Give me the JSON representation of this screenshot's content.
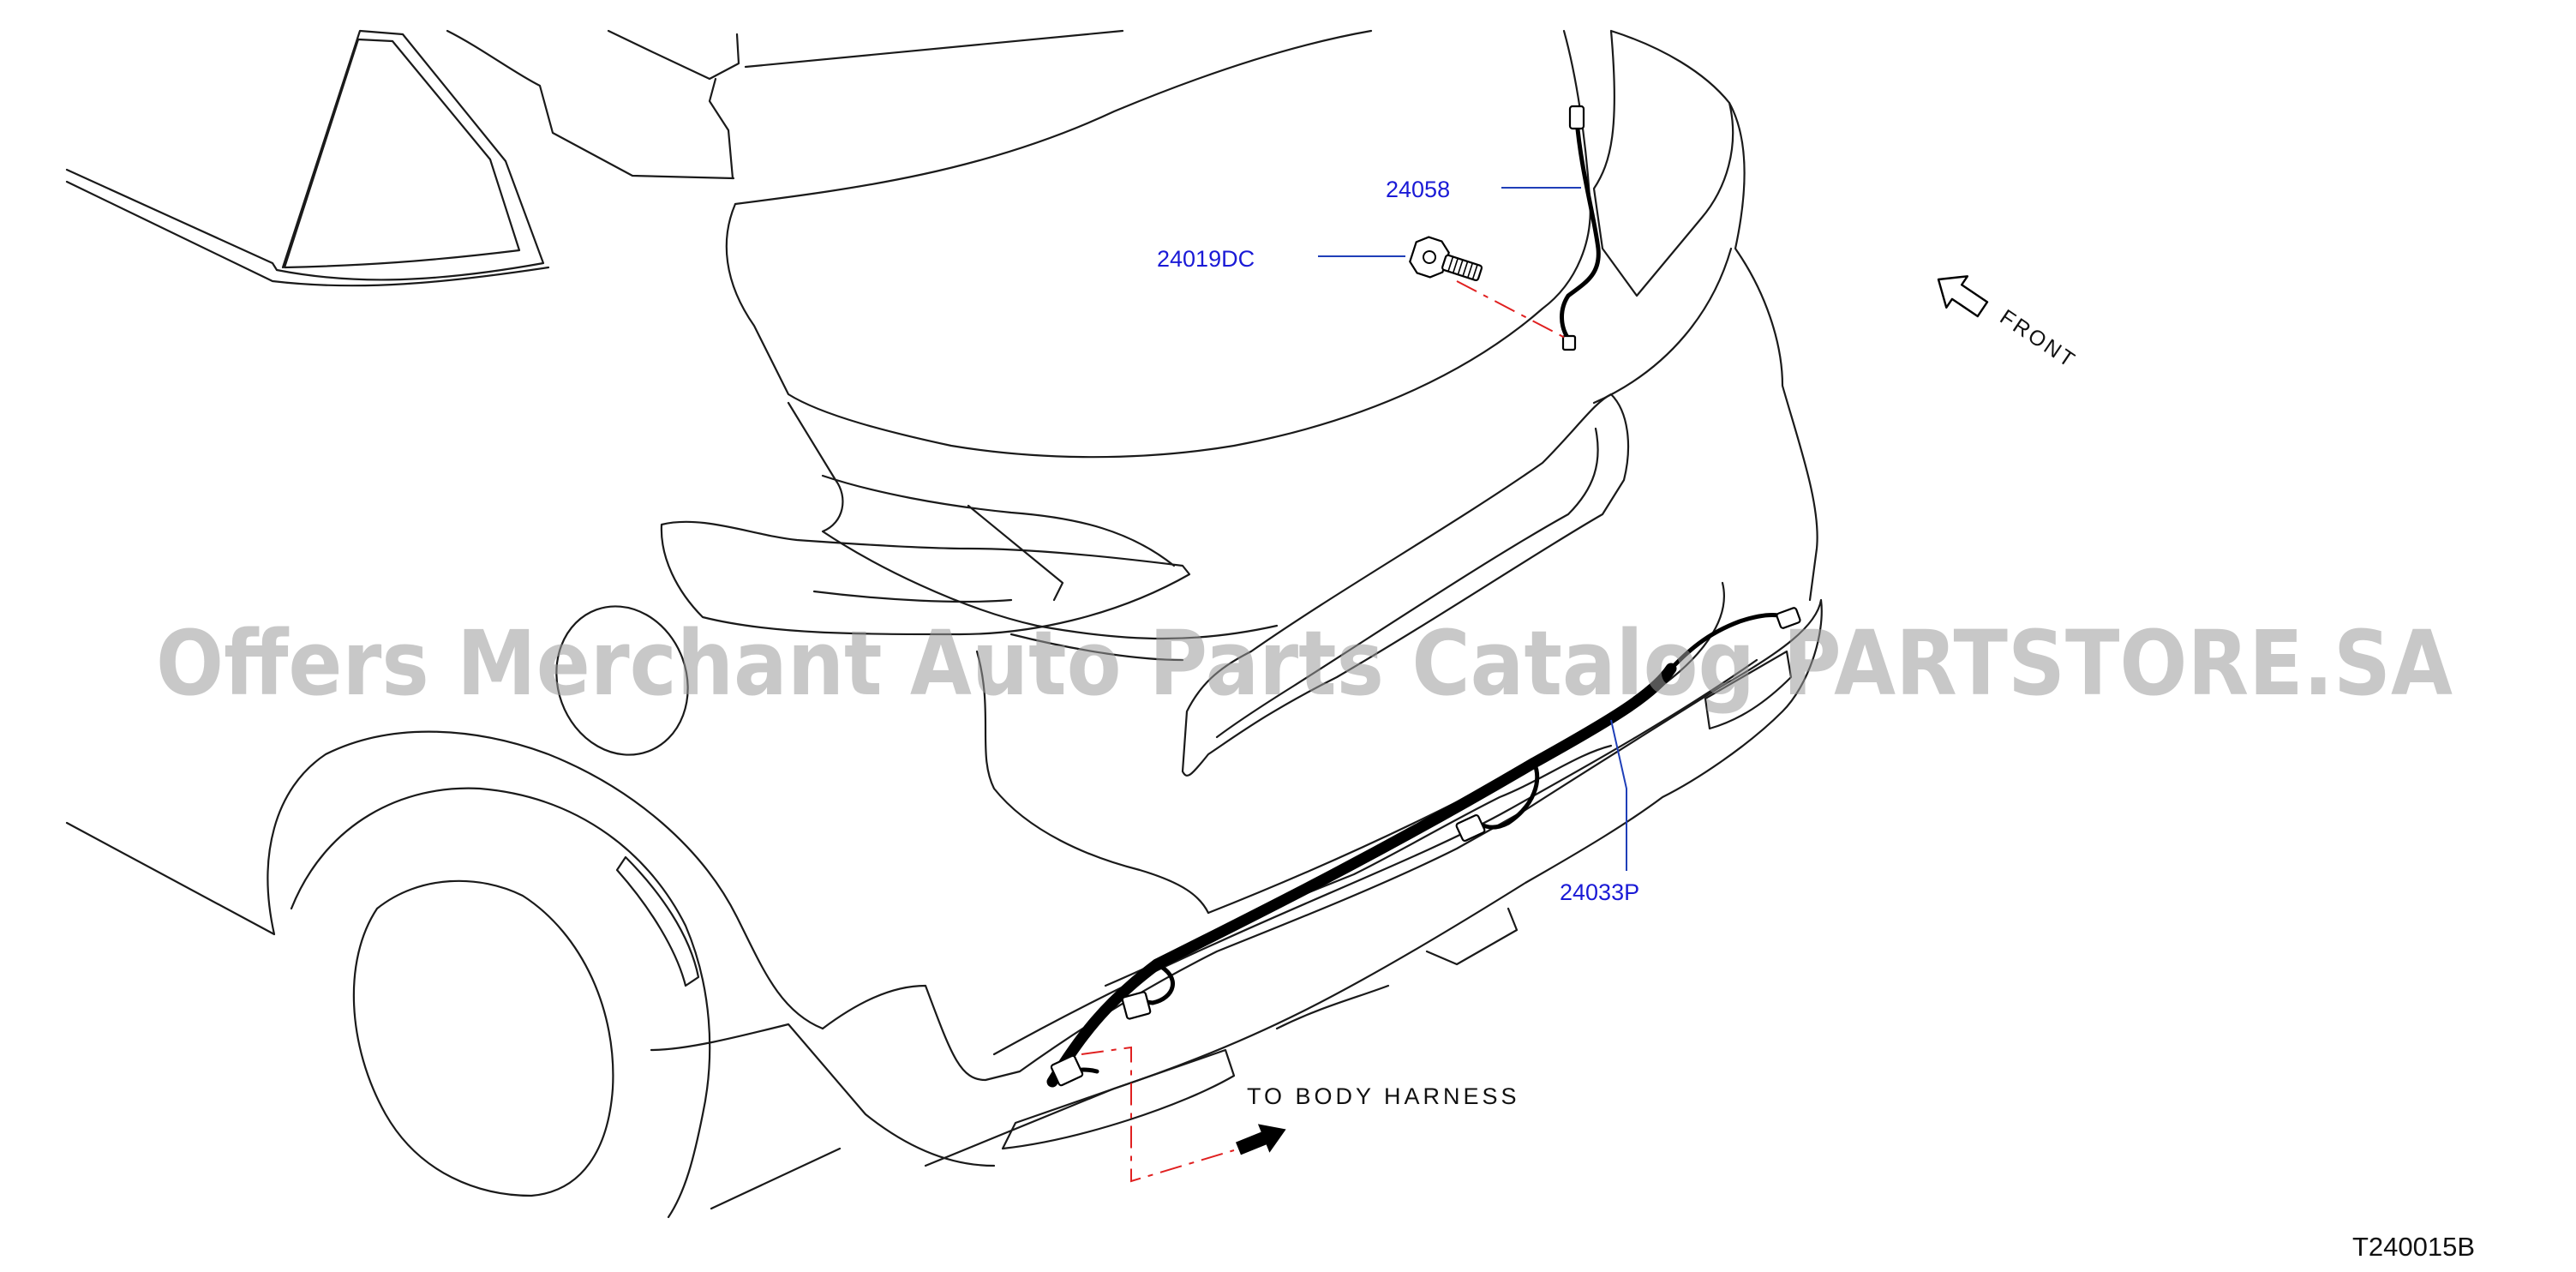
{
  "callouts": {
    "part_24058": "24058",
    "part_24019DC": "24019DC",
    "part_24033P": "24033P"
  },
  "notes": {
    "to_body_harness": "TO  BODY  HARNESS",
    "front": "FRONT"
  },
  "diagram_code": "T240015B",
  "watermark": "Offers Merchant Auto Parts Catalog PARTSTORE.SA",
  "colors": {
    "callout_text": "#1a1ad6",
    "leader_line": "#1f3fb8",
    "dashed_guide": "#e02020",
    "watermark": "#9a9a9a"
  }
}
